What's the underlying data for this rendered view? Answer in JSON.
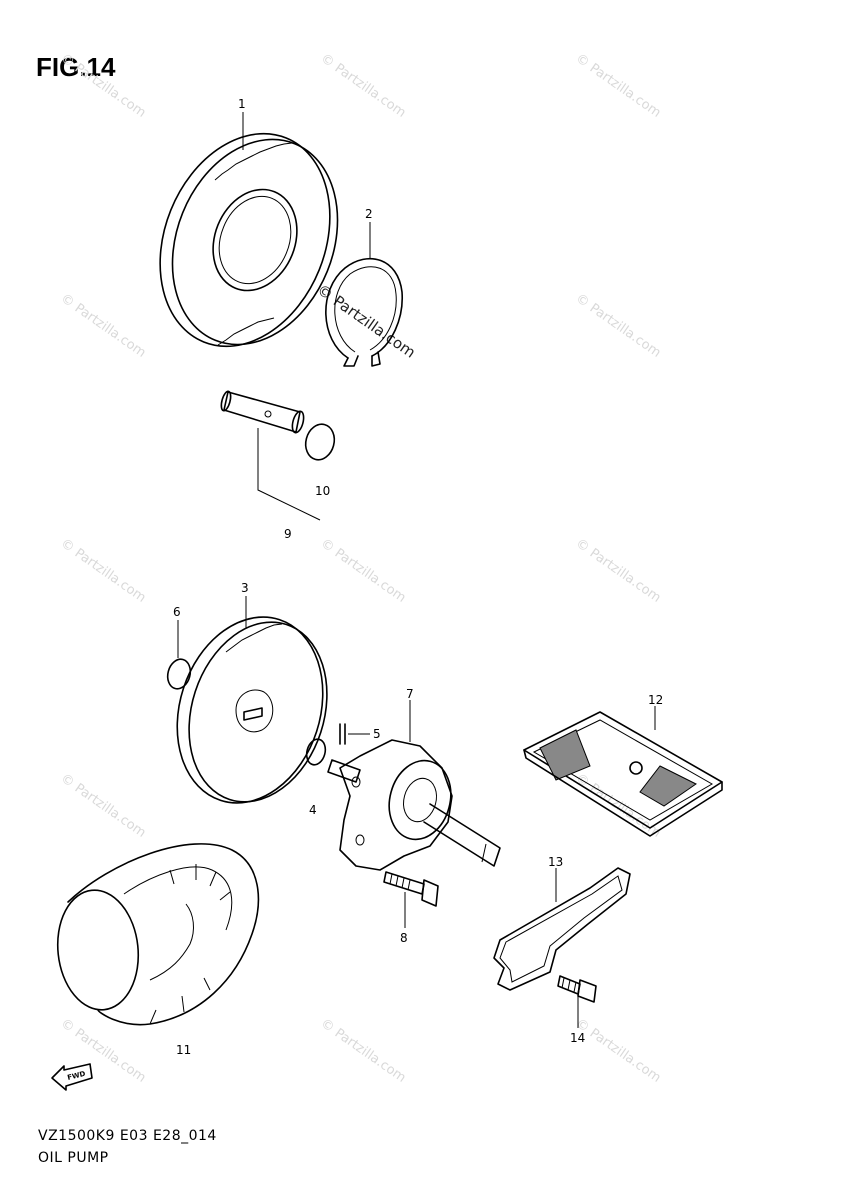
{
  "figure": {
    "title": "FIG.14",
    "model_code": "VZ1500K9 E03 E28_014",
    "section_name": "OIL PUMP"
  },
  "watermark": {
    "text": "© Partzilla.com"
  },
  "callouts": {
    "p1": "1",
    "p2": "2",
    "p3": "3",
    "p4": "4",
    "p5": "5",
    "p6": "6",
    "p7": "7",
    "p8": "8",
    "p9": "9",
    "p10": "10",
    "p11": "11",
    "p12": "12",
    "p13": "13",
    "p14": "14"
  },
  "direction_arrow": {
    "label": "FWD"
  }
}
